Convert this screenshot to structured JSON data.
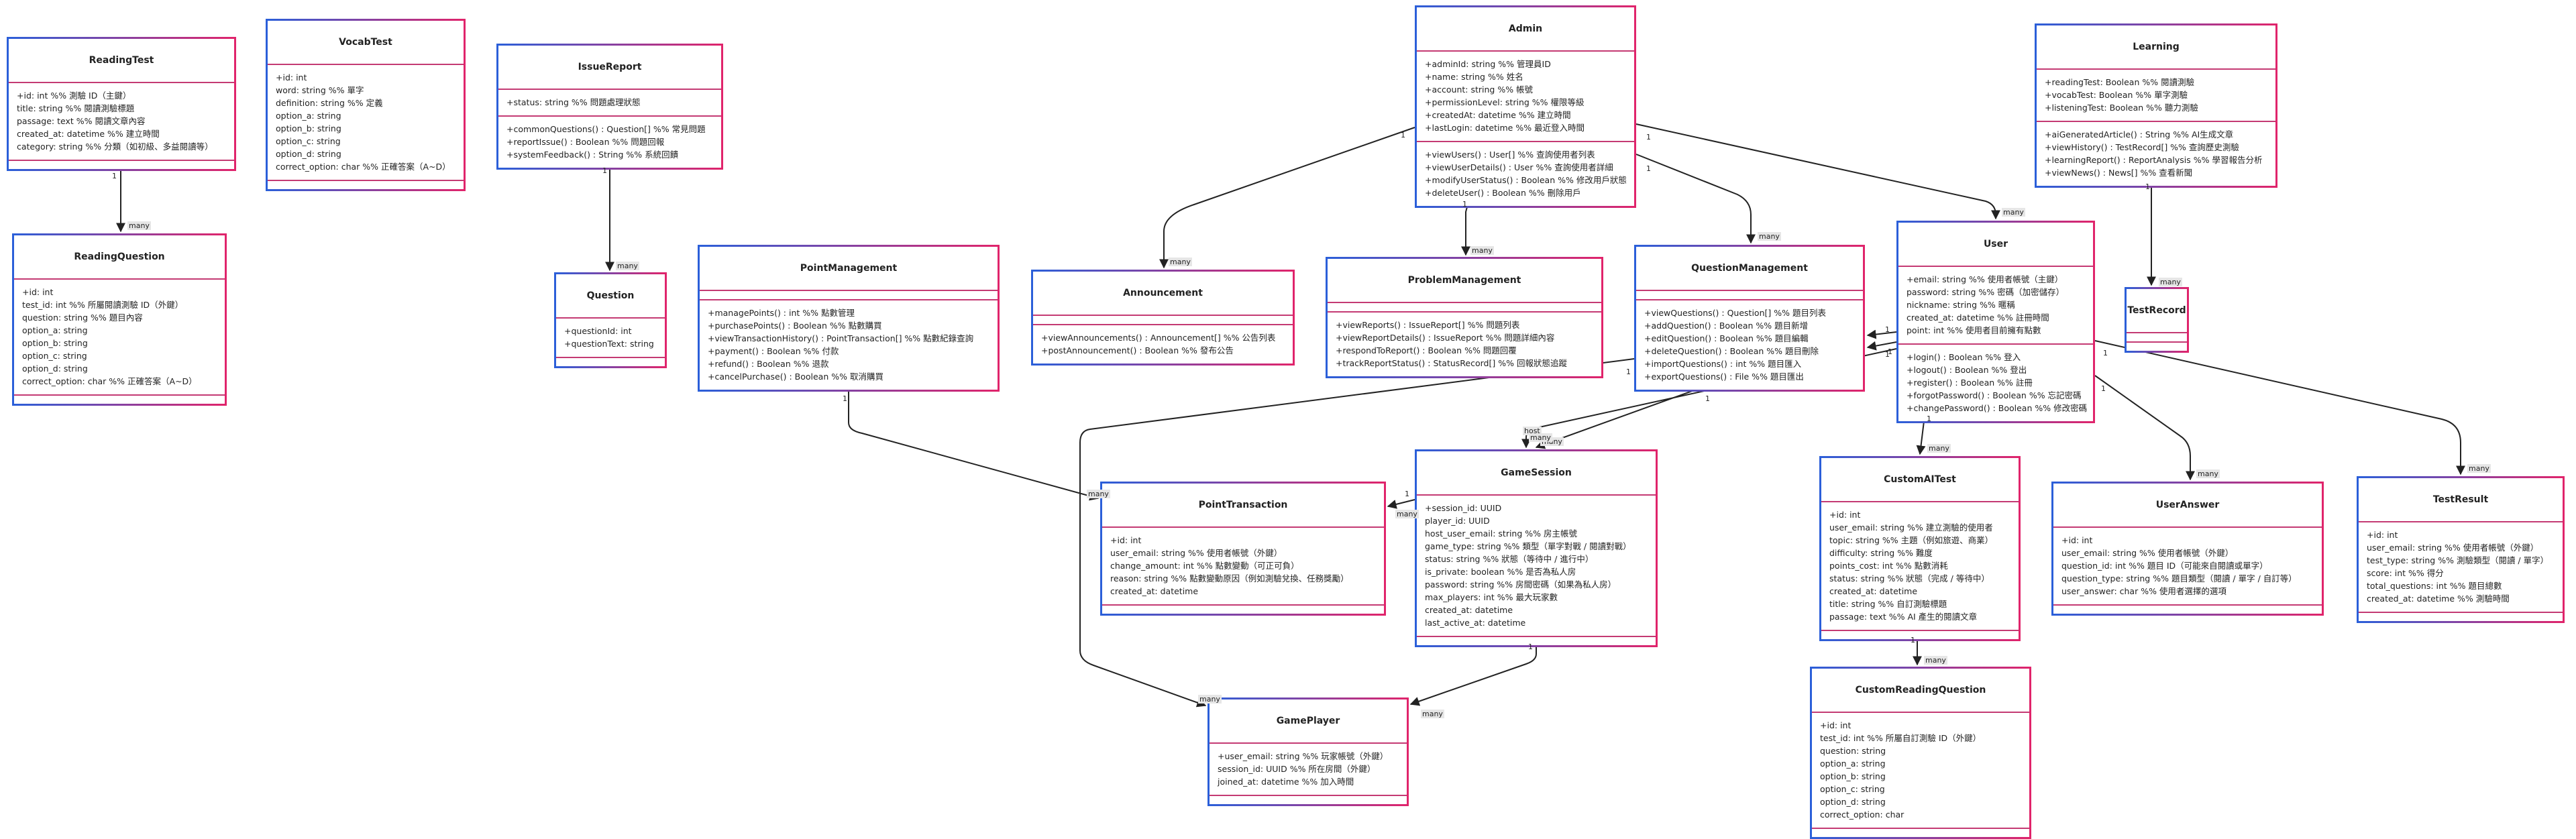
{
  "classes": [
    {
      "id": "ReadingTest",
      "name": "ReadingTest",
      "attrs": [
        "+id: int %% 測驗 ID（主鍵）",
        "title: string %% 閱讀測驗標題",
        "passage: text %% 閱讀文章內容",
        "created_at: datetime %% 建立時間",
        "category: string %% 分類（如初級、多益閱讀等）"
      ],
      "methods": []
    },
    {
      "id": "VocabTest",
      "name": "VocabTest",
      "attrs": [
        "+id: int",
        "word: string %% 單字",
        "definition: string %% 定義",
        "option_a: string",
        "option_b: string",
        "option_c: string",
        "option_d: string",
        "correct_option: char %% 正確答案（A~D）"
      ],
      "methods": []
    },
    {
      "id": "IssueReport",
      "name": "IssueReport",
      "attrs": [
        "+status: string %% 問題處理狀態"
      ],
      "methods": [
        "+commonQuestions() : Question[] %% 常見問題",
        "+reportIssue() : Boolean %% 問題回報",
        "+systemFeedback() : String %% 系統回饋"
      ]
    },
    {
      "id": "Admin",
      "name": "Admin",
      "attrs": [
        "+adminId: string %% 管理員ID",
        "+name: string %% 姓名",
        "+account: string %% 帳號",
        "+permissionLevel: string %% 權限等級",
        "+createdAt: datetime %% 建立時間",
        "+lastLogin: datetime %% 最近登入時間"
      ],
      "methods": [
        "+viewUsers() : User[] %% 查詢使用者列表",
        "+viewUserDetails() : User %% 查詢使用者詳細",
        "+modifyUserStatus() : Boolean %% 修改用戶狀態",
        "+deleteUser() : Boolean %% 刪除用戶"
      ]
    },
    {
      "id": "Learning",
      "name": "Learning",
      "attrs": [
        "+readingTest: Boolean %% 閱讀測驗",
        "+vocabTest: Boolean %% 單字測驗",
        "+listeningTest: Boolean %% 聽力測驗"
      ],
      "methods": [
        "+aiGeneratedArticle() : String %% AI生成文章",
        "+viewHistory() : TestRecord[] %% 查詢歷史測驗",
        "+learningReport() : ReportAnalysis %% 學習報告分析",
        "+viewNews() : News[] %% 查看新聞"
      ]
    },
    {
      "id": "ReadingQuestion",
      "name": "ReadingQuestion",
      "attrs": [
        "+id: int",
        "test_id: int %% 所屬閱讀測驗 ID（外鍵）",
        "question: string %% 題目內容",
        "option_a: string",
        "option_b: string",
        "option_c: string",
        "option_d: string",
        "correct_option: char %% 正確答案（A~D）"
      ],
      "methods": []
    },
    {
      "id": "Question",
      "name": "Question",
      "attrs": [
        "+questionId: int",
        "+questionText: string"
      ],
      "methods": []
    },
    {
      "id": "PointManagement",
      "name": "PointManagement",
      "attrs": [],
      "methods": [
        "+managePoints() : int %% 點數管理",
        "+purchasePoints() : Boolean %% 點數購買",
        "+viewTransactionHistory() : PointTransaction[] %% 點數紀錄查詢",
        "+payment() : Boolean %% 付款",
        "+refund() : Boolean %% 退款",
        "+cancelPurchase() : Boolean %% 取消購買"
      ]
    },
    {
      "id": "Announcement",
      "name": "Announcement",
      "attrs": [],
      "methods": [
        "+viewAnnouncements() : Announcement[] %% 公告列表",
        "+postAnnouncement() : Boolean %% 發布公告"
      ]
    },
    {
      "id": "ProblemManagement",
      "name": "ProblemManagement",
      "attrs": [],
      "methods": [
        "+viewReports() : IssueReport[] %% 問題列表",
        "+viewReportDetails() : IssueReport %% 問題詳細內容",
        "+respondToReport() : Boolean %% 問題回覆",
        "+trackReportStatus() : StatusRecord[] %% 回報狀態追蹤"
      ]
    },
    {
      "id": "QuestionManagement",
      "name": "QuestionManagement",
      "attrs": [],
      "methods": [
        "+viewQuestions() : Question[] %% 題目列表",
        "+addQuestion() : Boolean %% 題目新增",
        "+editQuestion() : Boolean %% 題目編輯",
        "+deleteQuestion() : Boolean %% 題目刪除",
        "+importQuestions() : int %% 題目匯入",
        "+exportQuestions() : File %% 題目匯出"
      ]
    },
    {
      "id": "User",
      "name": "User",
      "attrs": [
        "+email: string %% 使用者帳號（主鍵）",
        "password: string %% 密碼（加密儲存）",
        "nickname: string %% 暱稱",
        "created_at: datetime %% 註冊時間",
        "point: int %% 使用者目前擁有點數"
      ],
      "methods": [
        "+login() : Boolean %% 登入",
        "+logout() : Boolean %% 登出",
        "+register() : Boolean %% 註冊",
        "+forgotPassword() : Boolean %% 忘記密碼",
        "+changePassword() : Boolean %% 修改密碼"
      ]
    },
    {
      "id": "TestRecord",
      "name": "TestRecord",
      "attrs": [],
      "methods": []
    },
    {
      "id": "PointTransaction",
      "name": "PointTransaction",
      "attrs": [
        "+id: int",
        "user_email: string %% 使用者帳號（外鍵）",
        "change_amount: int %% 點數變動（可正可負）",
        "reason: string %% 點數變動原因（例如測驗兌換、任務獎勵）",
        "created_at: datetime"
      ],
      "methods": []
    },
    {
      "id": "GameSession",
      "name": "GameSession",
      "attrs": [
        "+session_id: UUID",
        "player_id: UUID",
        "host_user_email: string %% 房主帳號",
        "game_type: string %% 類型（單字對戰 / 閱讀對戰）",
        "status: string %% 狀態（等待中 / 進行中）",
        "is_private: boolean %% 是否為私人房",
        "password: string %% 房間密碼（如果為私人房）",
        "max_players: int %% 最大玩家數",
        "created_at: datetime",
        "last_active_at: datetime"
      ],
      "methods": []
    },
    {
      "id": "CustomAITest",
      "name": "CustomAITest",
      "attrs": [
        "+id: int",
        "user_email: string %% 建立測驗的使用者",
        "topic: string %% 主題（例如旅遊、商業）",
        "difficulty: string %% 難度",
        "points_cost: int %% 點數消耗",
        "status: string %% 狀態（完成 / 等待中）",
        "created_at: datetime",
        "title: string %% 自訂測驗標題",
        "passage: text %% AI 產生的閱讀文章"
      ],
      "methods": []
    },
    {
      "id": "UserAnswer",
      "name": "UserAnswer",
      "attrs": [
        "+id: int",
        "user_email: string %% 使用者帳號（外鍵）",
        "question_id: int %% 題目 ID（可能來自閱讀或單字）",
        "question_type: string %% 題目類型（閱讀 / 單字 / 自訂等）",
        "user_answer: char %% 使用者選擇的選項"
      ],
      "methods": []
    },
    {
      "id": "TestResult",
      "name": "TestResult",
      "attrs": [
        "+id: int",
        "user_email: string %% 使用者帳號（外鍵）",
        "test_type: string %% 測驗類型（閱讀 / 單字）",
        "score: int %% 得分",
        "total_questions: int %% 題目總數",
        "created_at: datetime %% 測驗時間"
      ],
      "methods": []
    },
    {
      "id": "GamePlayer",
      "name": "GamePlayer",
      "attrs": [
        "+user_email: string %% 玩家帳號（外鍵）",
        "session_id: UUID %% 所在房間（外鍵）",
        "joined_at: datetime %% 加入時間"
      ],
      "methods": []
    },
    {
      "id": "CustomReadingQuestion",
      "name": "CustomReadingQuestion",
      "attrs": [
        "+id: int",
        "test_id: int %% 所屬自訂測驗 ID（外鍵）",
        "question: string",
        "option_a: string",
        "option_b: string",
        "option_c: string",
        "option_d: string",
        "correct_option: char"
      ],
      "methods": []
    }
  ],
  "edge_labels": {
    "one": "1",
    "many": "many",
    "host": "host"
  }
}
